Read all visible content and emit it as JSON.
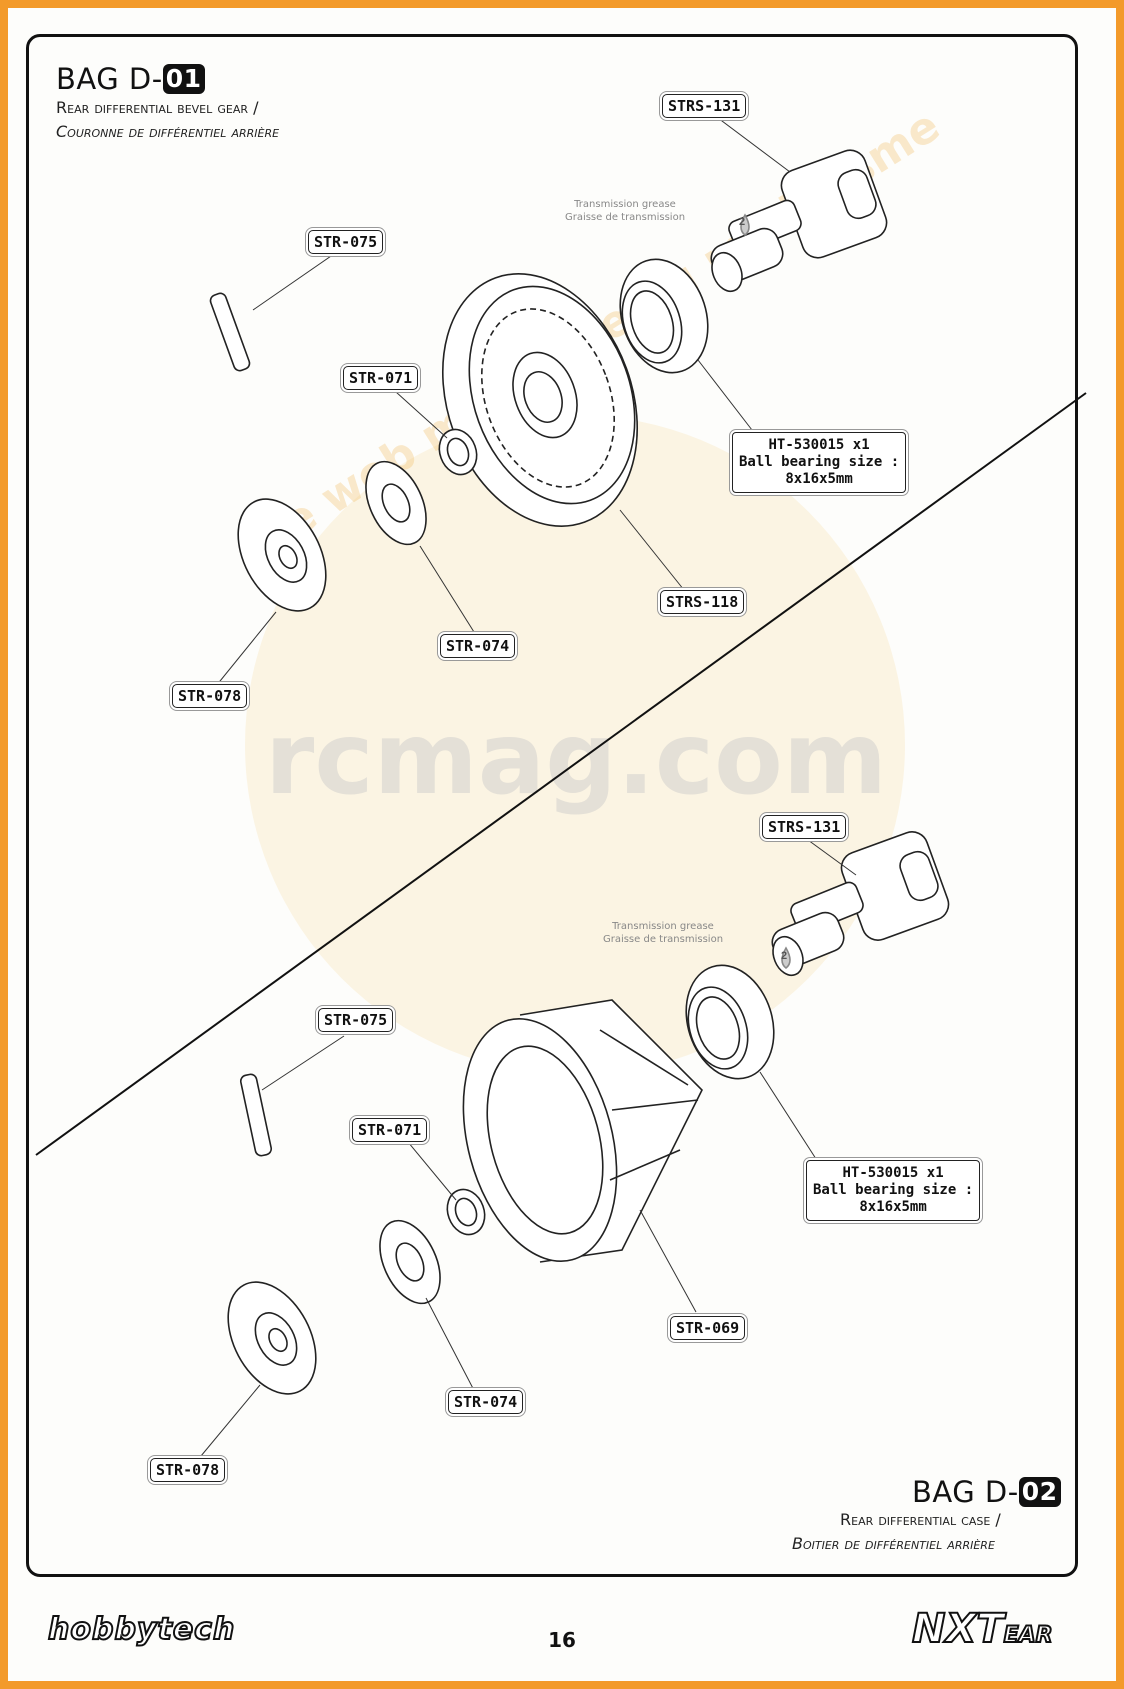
{
  "bag_d01": {
    "title_prefix": "BAG D-",
    "title_num": "01",
    "subtitle_en": "Rear differential bevel gear /",
    "subtitle_fr": "Couronne de différentiel arrière"
  },
  "bag_d02": {
    "title_prefix": "BAG D-",
    "title_num": "02",
    "subtitle_en": "Rear differential case /",
    "subtitle_fr": "Boitier de différentiel arrière"
  },
  "grease": {
    "en": "Transmission grease",
    "fr": "Graisse de transmission",
    "step": "2"
  },
  "parts_top": {
    "strs131": "STRS-131",
    "str075": "STR-075",
    "str071": "STR-071",
    "strs118": "STRS-118",
    "str074": "STR-074",
    "str078": "STR-078"
  },
  "parts_bottom": {
    "strs131": "STRS-131",
    "str075": "STR-075",
    "str071": "STR-071",
    "str069": "STR-069",
    "str074": "STR-074",
    "str078": "STR-078"
  },
  "bearing": {
    "line1": "HT-530015  x1",
    "line2": "Ball bearing size :",
    "line3": "8x16x5mm"
  },
  "watermark": {
    "arc": "Le web magazine du modelisme",
    "site": "rcmag.com"
  },
  "footer": {
    "page": "16",
    "brand_left": "hobbytech",
    "brand_right": "NXT",
    "brand_right_suffix": "EAR"
  }
}
